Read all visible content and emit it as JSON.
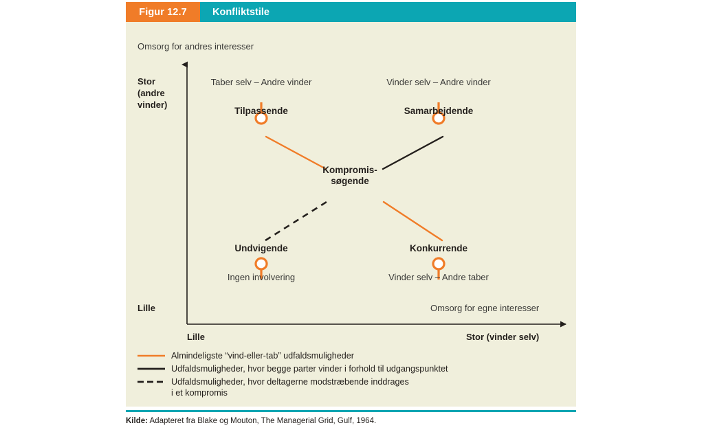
{
  "header": {
    "figure_tab_label": "Figur 12.7",
    "title": "Konfliktstile",
    "tab_color": "#F07C28",
    "title_bar_color": "#0CA6B3"
  },
  "chart_data": {
    "type": "scatter",
    "title": "Konfliktstile",
    "xlabel": "Omsorg for egne interesser",
    "ylabel": "Omsorg for andres interesser",
    "x_tick_labels": [
      "Lille",
      "Stor (vinder selv)"
    ],
    "y_tick_labels": [
      "Stor\n(andre\nvinder)",
      "Lille"
    ],
    "grid": false,
    "legend_position": "bottom-left",
    "points": [
      {
        "name": "Tilpassende",
        "outcome": "Taber selv – Andre vinder",
        "x": 0.25,
        "y": 0.85,
        "marker": "circle-stem-up",
        "marker_color": "#F07C28"
      },
      {
        "name": "Samarbejdende",
        "outcome": "Vinder selv – Andre vinder",
        "x": 0.75,
        "y": 0.85,
        "marker": "circle-stem-up",
        "marker_color": "#F07C28"
      },
      {
        "name": "Kompromis-søgende",
        "outcome": "",
        "x": 0.5,
        "y": 0.5,
        "marker": "none",
        "marker_color": ""
      },
      {
        "name": "Undvigende",
        "outcome": "Ingen involvering",
        "x": 0.25,
        "y": 0.15,
        "marker": "circle-stem-down",
        "marker_color": "#F07C28"
      },
      {
        "name": "Konkurrende",
        "outcome": "Vinder selv – Andre taber",
        "x": 0.75,
        "y": 0.15,
        "marker": "circle-stem-down",
        "marker_color": "#F07C28"
      }
    ],
    "connectors": [
      {
        "from": "Tilpassende",
        "to": "Kompromis-søgende",
        "style": "solid",
        "color": "#F07C28"
      },
      {
        "from": "Samarbejdende",
        "to": "Kompromis-søgende",
        "style": "solid",
        "color": "#231F1C"
      },
      {
        "from": "Undvigende",
        "to": "Kompromis-søgende",
        "style": "dashed",
        "color": "#231F1C"
      },
      {
        "from": "Konkurrende",
        "to": "Kompromis-søgende",
        "style": "solid",
        "color": "#F07C28"
      }
    ]
  },
  "axes": {
    "y_axis_title": "Omsorg for andres interesser",
    "y_top_label": "Stor",
    "y_top_label_line2": "(andre",
    "y_top_label_line3": "vinder)",
    "y_bottom_label": "Lille",
    "x_axis_title": "Omsorg for egne interesser",
    "x_left_label": "Lille",
    "x_right_label": "Stor (vinder selv)"
  },
  "nodes": {
    "top_left": {
      "outcome": "Taber selv – Andre vinder",
      "title": "Tilpassende"
    },
    "top_right": {
      "outcome": "Vinder selv – Andre vinder",
      "title": "Samarbejdende"
    },
    "center": {
      "title_line1": "Kompromis-",
      "title_line2": "søgende"
    },
    "bottom_left": {
      "title": "Undvigende",
      "outcome": "Ingen involvering"
    },
    "bottom_right": {
      "title": "Konkurrende",
      "outcome": "Vinder selv – Andre taber"
    }
  },
  "legend": {
    "items": [
      {
        "style": "solid",
        "color": "#F07C28",
        "text": "Almindeligste “vind-eller-tab” udfaldsmuligheder"
      },
      {
        "style": "solid",
        "color": "#231F1C",
        "text": "Udfaldsmuligheder, hvor begge parter vinder i forhold til udgangspunktet"
      },
      {
        "style": "dashed",
        "color": "#231F1C",
        "text_line1": "Udfaldsmuligheder, hvor deltagerne modstræbende inddrages",
        "text_line2": "i et kompromis"
      }
    ]
  },
  "source": {
    "label": "Kilde:",
    "text": " Adapteret fra Blake og Mouton, The Managerial Grid, Gulf, 1964."
  }
}
